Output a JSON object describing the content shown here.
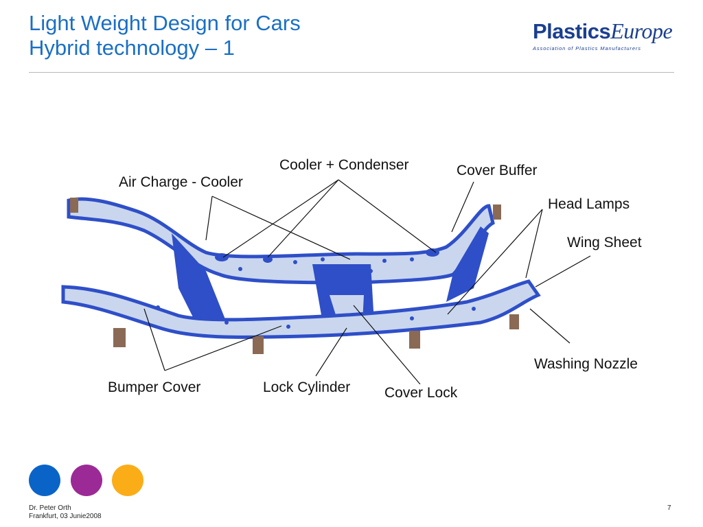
{
  "slide": {
    "title_line1": "Light Weight Design for Cars",
    "title_line2": "Hybrid technology – 1",
    "page_number": "7"
  },
  "logo": {
    "word_plastics": "Plastics",
    "word_europe": "Europe",
    "tagline": "Association of Plastics Manufacturers"
  },
  "labels": {
    "cooler_condenser": "Cooler + Condenser",
    "cover_buffer": "Cover Buffer",
    "air_charge_cooler": "Air Charge - Cooler",
    "head_lamps": "Head Lamps",
    "wing_sheet": "Wing Sheet",
    "washing_nozzle": "Washing Nozzle",
    "bumper_cover": "Bumper Cover",
    "lock_cylinder": "Lock Cylinder",
    "cover_lock": "Cover Lock"
  },
  "dots": {
    "colors": [
      "#0a64c8",
      "#9b2a96",
      "#fbad18"
    ]
  },
  "footer": {
    "author": "Dr. Peter Orth",
    "place_date": "Frankfurt, 03 Junie2008"
  },
  "colors": {
    "title": "#1a6fc4",
    "part_blue": "#2f4fc8",
    "part_light": "#c9d6ee"
  }
}
